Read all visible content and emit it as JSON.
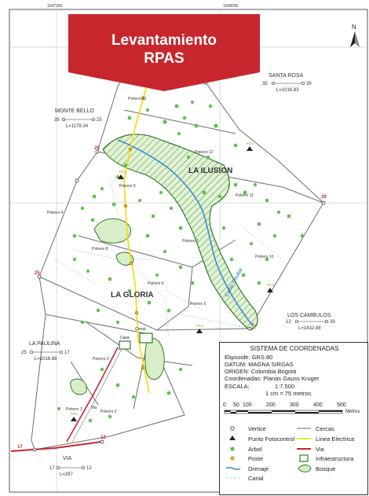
{
  "banner": {
    "line1": "Levantamiento",
    "line2": "RPAS",
    "color": "#c8262d"
  },
  "grid_labels": {
    "x1": "1047260",
    "x2": "1049000"
  },
  "north_label": "N",
  "farms": {
    "santa_rosa": {
      "name": "SANTA ROSA",
      "left": "35",
      "right": "39",
      "length": "L=1016.83"
    },
    "monte_bello": {
      "name": "MONTE BELLO",
      "left": "35",
      "right": "25",
      "length": "L=1179.34"
    },
    "la_paulina": {
      "name": "LA PAULINA",
      "left": "25",
      "right": "17",
      "length": "L=1016.88"
    },
    "los_cambulos": {
      "name": "LOS CAMBULOS",
      "left": "12",
      "right": "39",
      "length": "L=1432.88"
    },
    "via": {
      "name": "VIA",
      "left": "17",
      "right": "12",
      "length": "L=297"
    }
  },
  "areas": {
    "la_ilusion": "LA ILUSION",
    "la_gloria": "LA GLORIA"
  },
  "potreros": [
    "Potrero 13",
    "Potrero 12",
    "Potrero 9",
    "Potrero 11",
    "Potrero 8",
    "Potrero 7",
    "Potrero 10",
    "Potrero 6",
    "Potrero 5",
    "Potrero 4",
    "Potrero 3",
    "Potrero 1",
    "Potrero 2"
  ],
  "labels": {
    "cano": "Caño Chuliar",
    "casa": "Casa",
    "corral": "Corral",
    "via_road": "Via"
  },
  "vertex_numbers": [
    "29",
    "39",
    "25",
    "6",
    "17",
    "12"
  ],
  "control_points": [
    "PC1",
    "PC2",
    "PC3",
    "PC4",
    "PC5"
  ],
  "coord_system": {
    "title": "SISTEMA DE COORDENADAS",
    "ellipsoid": "Elipsoide: GRS 80",
    "datum": "DATUM: MAGNA SIRGAS",
    "origin": "ORIGEN: Colombia Bogotá",
    "coords": "Coordenadas: Planas Gauss Kruger",
    "scale_label": "ESCALA:",
    "scale_value": "1:7.500",
    "scale_eq": "1 cm = 75 metros",
    "scale_ticks": [
      "0",
      "50",
      "100",
      "200",
      "300",
      "400",
      "500"
    ],
    "scale_unit": "Metros"
  },
  "legend": {
    "vertice": "Vertice",
    "punto_foto": "Punto Fotocontrol",
    "arbol": "Arbol",
    "poste": "Poste",
    "drenaje": "Drenaje",
    "canal": "Canal",
    "cercas": "Cercas",
    "linea_electrica": "Linea Electrica",
    "via": "Via",
    "infraestructura": "Infraestructura",
    "bosque": "Bosque"
  },
  "colors": {
    "tree": "#5cc44a",
    "forest_fill": "#d7eec9",
    "forest_edge": "#2f7d27",
    "drainage": "#3a8fd0",
    "power_line": "#f2dd1b",
    "road": "#c8262d",
    "fence": "#6d6d6d",
    "canal": "#9fd3ea"
  }
}
